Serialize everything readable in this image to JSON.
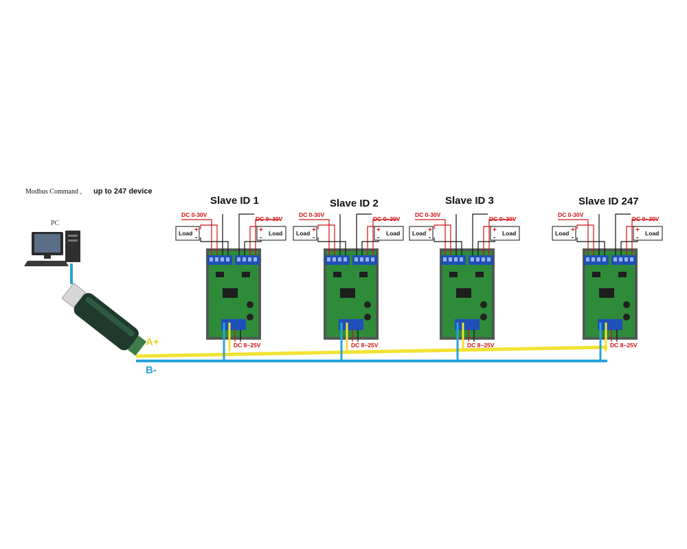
{
  "header": {
    "command_text": "Modbus Command ,",
    "capacity_text": "up to 247 device"
  },
  "pc": {
    "label": "PC"
  },
  "bus": {
    "a_label": "A+",
    "b_label": "B-",
    "a_color": "#f2e234",
    "b_color": "#29a3db"
  },
  "slaves": [
    {
      "title": "Slave ID 1",
      "input_left": "DC 0-30V",
      "input_right": "DC 0~30V",
      "load_left": "Load",
      "load_right": "Load",
      "power": "DC 8~25V"
    },
    {
      "title": "Slave ID 2",
      "input_left": "DC 0-30V",
      "input_right": "DC 0~30V",
      "load_left": "Load",
      "load_right": "Load",
      "power": "DC 8~25V"
    },
    {
      "title": "Slave ID 3",
      "input_left": "DC 0-30V",
      "input_right": "DC 0~30V",
      "load_left": "Load",
      "load_right": "Load",
      "power": "DC 8~25V"
    },
    {
      "title": "Slave ID 247",
      "input_left": "DC 0-30V",
      "input_right": "DC 0~30V",
      "load_left": "Load",
      "load_right": "Load",
      "power": "DC 8~25V"
    }
  ],
  "polarity": {
    "plus": "+",
    "minus": "-"
  },
  "colors": {
    "board": "#2e8b3a",
    "terminal": "#1f4fb8",
    "wire_red": "#d01010"
  }
}
